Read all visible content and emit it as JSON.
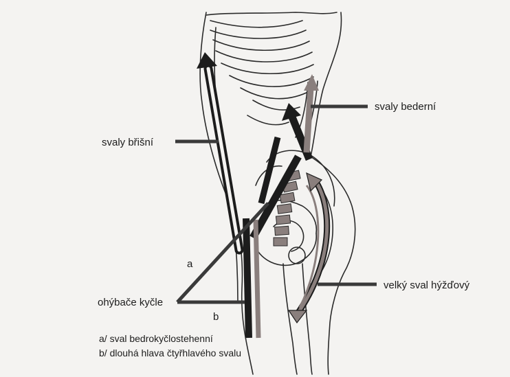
{
  "labels": {
    "lumbar_muscles": "svaly bederní",
    "abdominal_muscles": "svaly břišní",
    "gluteus_maximus": "velký sval hýžďový",
    "hip_flexors": "ohýbače kyčle",
    "marker_a": "a",
    "marker_b": "b"
  },
  "legend": {
    "a": "a/ sval bedrokyčlostehenní",
    "b": "b/ dlouhá hlava čtyřhlavého svalu"
  },
  "colors": {
    "background": "#f4f3f1",
    "ink": "#1c1c1c",
    "muscle_arrow_gray": "#8a7f7d",
    "sketch": "#2a2a2a"
  }
}
